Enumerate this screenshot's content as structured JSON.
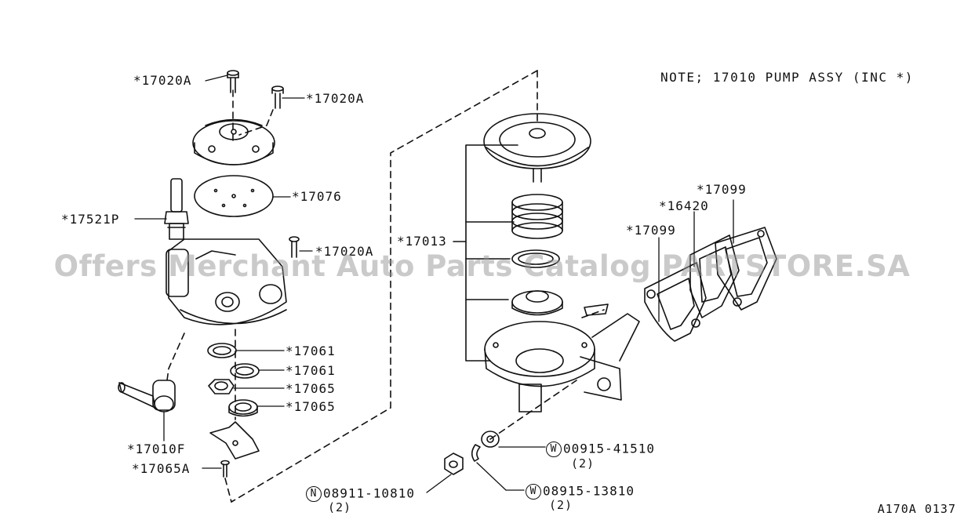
{
  "note": "NOTE; 17010 PUMP ASSY (INC *)",
  "watermark": "Offers Merchant Auto Parts Catalog PARTSTORE.SA",
  "reference": "A170A 0137",
  "labels": {
    "p17020a_1": "*17020A",
    "p17020a_2": "*17020A",
    "p17020a_3": "*17020A",
    "p17076": "*17076",
    "p17521p": "*17521P",
    "p17061_1": "*17061",
    "p17061_2": "*17061",
    "p17065_1": "*17065",
    "p17065_2": "*17065",
    "p17010f": "*17010F",
    "p17065a": "*17065A",
    "p17013": "*17013",
    "p17099_1": "*17099",
    "p16420": "*16420",
    "p17099_2": "*17099",
    "w00915": "00915-41510",
    "w00915_qty": "(2)",
    "w08915": "08915-13810",
    "w08915_qty": "(2)",
    "n08911": "08911-10810",
    "n08911_qty": "(2)",
    "circle_w": "W",
    "circle_n": "N"
  }
}
